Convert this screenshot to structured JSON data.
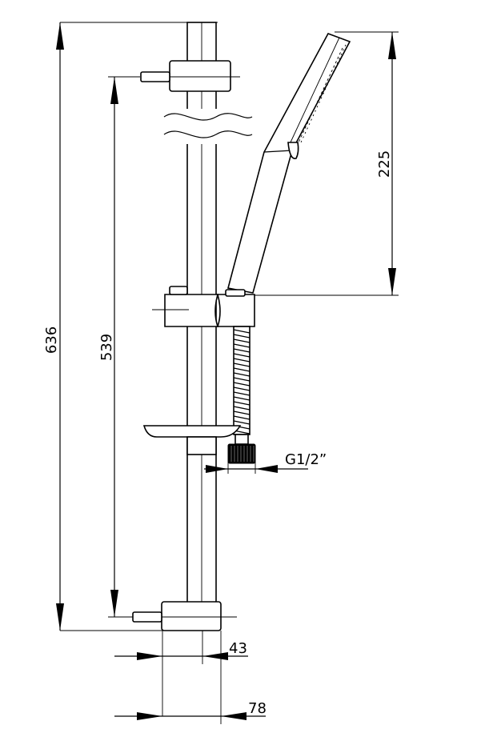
{
  "dimensions": {
    "overall_height": "636",
    "bracket_spacing": "539",
    "hand_shower_length": "225",
    "connection": "G1/2”",
    "wall_projection_rail": "43",
    "wall_projection_total": "78"
  }
}
